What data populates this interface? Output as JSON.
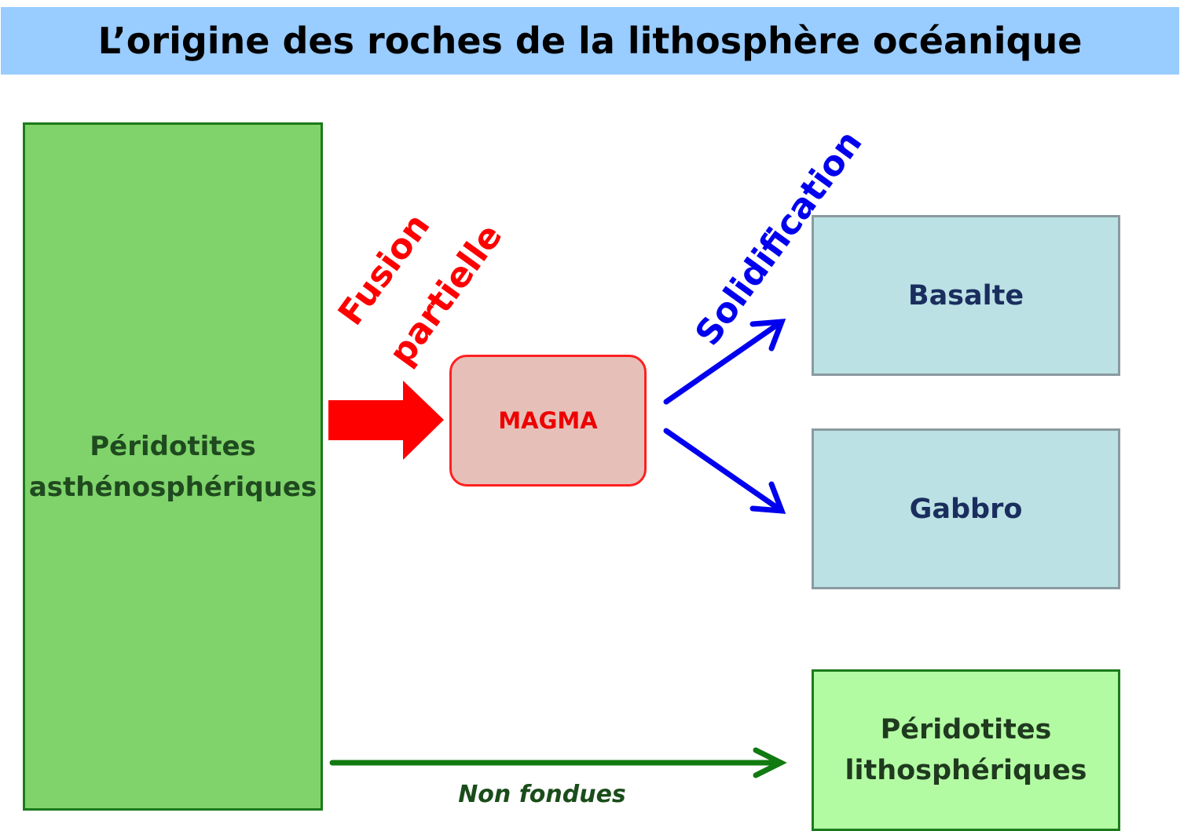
{
  "title": "L’origine des roches de la lithosphère océanique",
  "boxes": {
    "source": "Péridotites\nasthénosphériques",
    "magma": "MAGMA",
    "basalte": "Basalte",
    "gabbro": "Gabbro",
    "litho": "Péridotites\nlithosphériques"
  },
  "labels": {
    "fusion_line1": "Fusion",
    "fusion_line2": "partielle",
    "solidification": "Solidification",
    "non_fondues": "Non fondues"
  },
  "colors": {
    "title_bg": "#99ccff",
    "source_bg": "#7fd36a",
    "magma_bg": "#e6c0b8",
    "fusion_arrow": "#ff0000",
    "solid_arrow": "#0000ee",
    "green_arrow": "#117a11"
  }
}
